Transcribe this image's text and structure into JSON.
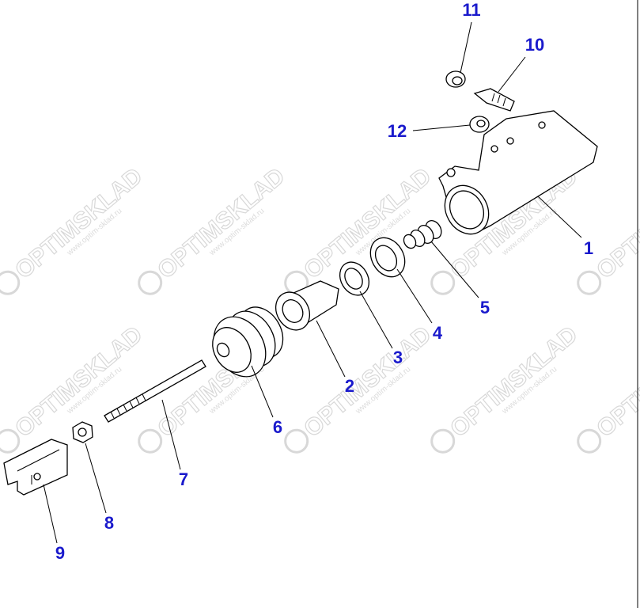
{
  "diagram": {
    "title": "Clutch master cylinder exploded view",
    "watermark": {
      "brand": "OPTIMSKLAD",
      "url": "www.optim-sklad.ru"
    },
    "label_color": "#1a1acc",
    "callouts": [
      {
        "id": "1",
        "label": "1",
        "part": "cylinder-body"
      },
      {
        "id": "2",
        "label": "2",
        "part": "piston"
      },
      {
        "id": "3",
        "label": "3",
        "part": "cup-seal"
      },
      {
        "id": "4",
        "label": "4",
        "part": "cup-seal-primary"
      },
      {
        "id": "5",
        "label": "5",
        "part": "spring"
      },
      {
        "id": "6",
        "label": "6",
        "part": "dust-boot"
      },
      {
        "id": "7",
        "label": "7",
        "part": "push-rod"
      },
      {
        "id": "8",
        "label": "8",
        "part": "nut"
      },
      {
        "id": "9",
        "label": "9",
        "part": "clevis"
      },
      {
        "id": "10",
        "label": "10",
        "part": "bleeder-screw"
      },
      {
        "id": "11",
        "label": "11",
        "part": "cap"
      },
      {
        "id": "12",
        "label": "12",
        "part": "bushing"
      }
    ]
  }
}
